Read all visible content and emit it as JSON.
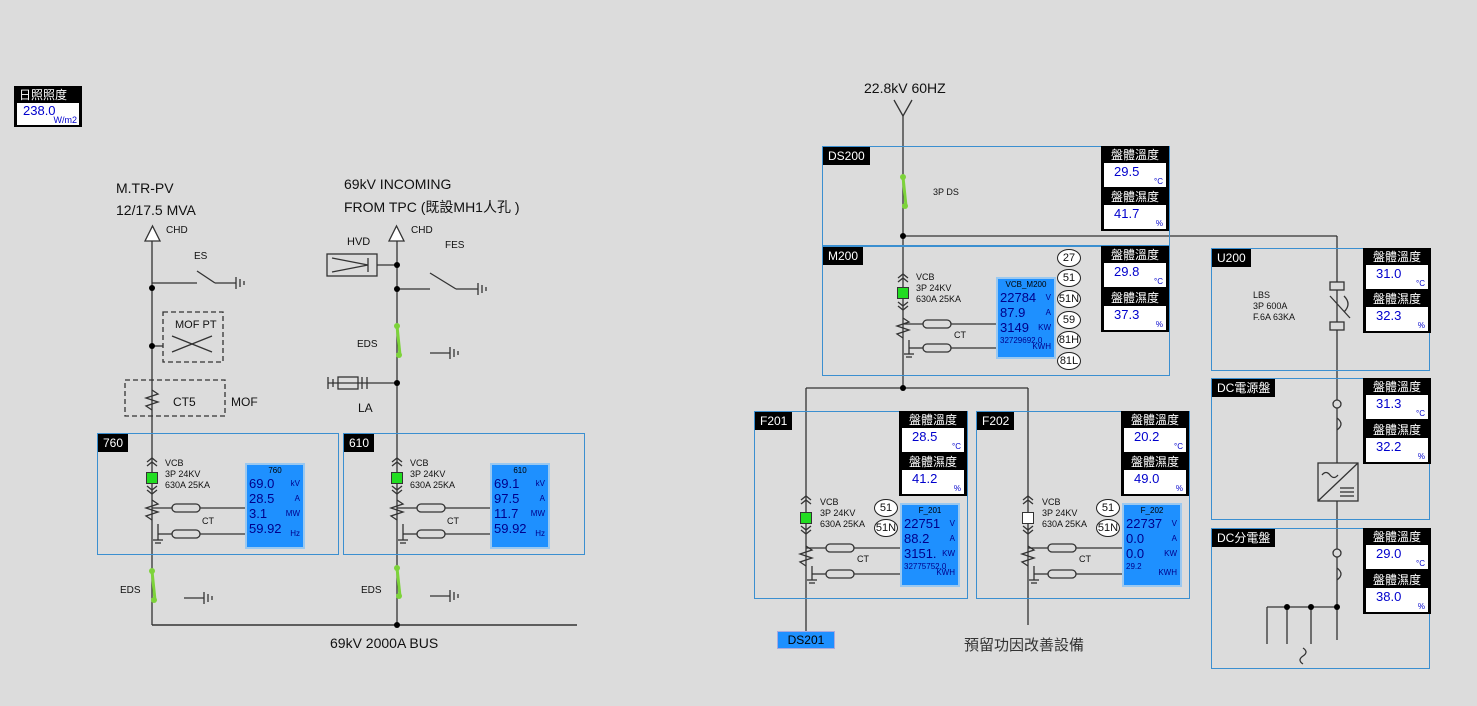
{
  "irradiance": {
    "title": "日照照度",
    "value": "238.0",
    "unit": "W/m2"
  },
  "left": {
    "mtr_line1": "M.TR-PV",
    "mtr_line2": "12/17.5 MVA",
    "incoming_line1": "69kV INCOMING",
    "incoming_line2": "FROM TPC (既設MH1人孔 )",
    "chd": "CHD",
    "es": "ES",
    "fes": "FES",
    "hvd": "HVD",
    "mof_pt": "MOF PT",
    "ct5": "CT5",
    "mof": "MOF",
    "eds": "EDS",
    "la": "LA",
    "bus": "69kV 2000A BUS"
  },
  "breaker_text": {
    "vcb": "VCB",
    "rating1": "3P 24KV",
    "rating2": "630A 25KA",
    "ct": "CT"
  },
  "meter_units": {
    "kv": "kV",
    "a": "A",
    "mw": "MW",
    "hz": "Hz",
    "v": "V",
    "kw": "KW",
    "kwh": "KWH"
  },
  "panels": {
    "p760": {
      "tag": "760",
      "meter": {
        "title": "760",
        "kv": "69.0",
        "a": "28.5",
        "mw": "3.1",
        "hz": "59.92"
      }
    },
    "p610": {
      "tag": "610",
      "meter": {
        "title": "610",
        "kv": "69.1",
        "a": "97.5",
        "mw": "11.7",
        "hz": "59.92"
      }
    },
    "ds200": {
      "tag": "DS200",
      "device": "3P DS",
      "temp": "29.5",
      "hum": "41.7"
    },
    "m200": {
      "tag": "M200",
      "temp": "29.8",
      "hum": "37.3",
      "relays": [
        "27",
        "51",
        "51N",
        "59",
        "81H",
        "81L"
      ],
      "meter": {
        "title": "VCB_M200",
        "v": "22784",
        "a": "87.9",
        "kw": "3149",
        "kwh": "32729692.0"
      }
    },
    "f201": {
      "tag": "F201",
      "temp": "28.5",
      "hum": "41.2",
      "relays": [
        "51",
        "51N"
      ],
      "meter": {
        "title": "F_201",
        "v": "22751",
        "a": "88.2",
        "kw": "3151.",
        "kwh": "32775752.0"
      }
    },
    "f202": {
      "tag": "F202",
      "temp": "20.2",
      "hum": "49.0",
      "relays": [
        "51",
        "51N"
      ],
      "meter": {
        "title": "F_202",
        "v": "22737",
        "a": "0.0",
        "kw": "0.0",
        "kwh": "29.2"
      }
    },
    "u200": {
      "tag": "U200",
      "temp": "31.0",
      "hum": "32.3",
      "dev1": "LBS",
      "dev2": "3P 600A",
      "dev3": "F.6A 63KA"
    },
    "dcpower": {
      "tag": "DC電源盤",
      "temp": "31.3",
      "hum": "32.2"
    },
    "dcdist": {
      "tag": "DC分電盤",
      "temp": "29.0",
      "hum": "38.0"
    }
  },
  "sensor_labels": {
    "temp": "盤體溫度",
    "hum": "盤體濕度",
    "temp_unit": "°C",
    "hum_unit": "%"
  },
  "right": {
    "source": "22.8kV 60HZ",
    "reserved": "預留功因改善設備",
    "ds201": "DS201"
  },
  "colors": {
    "panel_border": "#3b8fd0",
    "meter_bg": "#1e90ff",
    "closed": "#22dd22",
    "open": "#ffffff",
    "switch": "#7dd33a"
  }
}
